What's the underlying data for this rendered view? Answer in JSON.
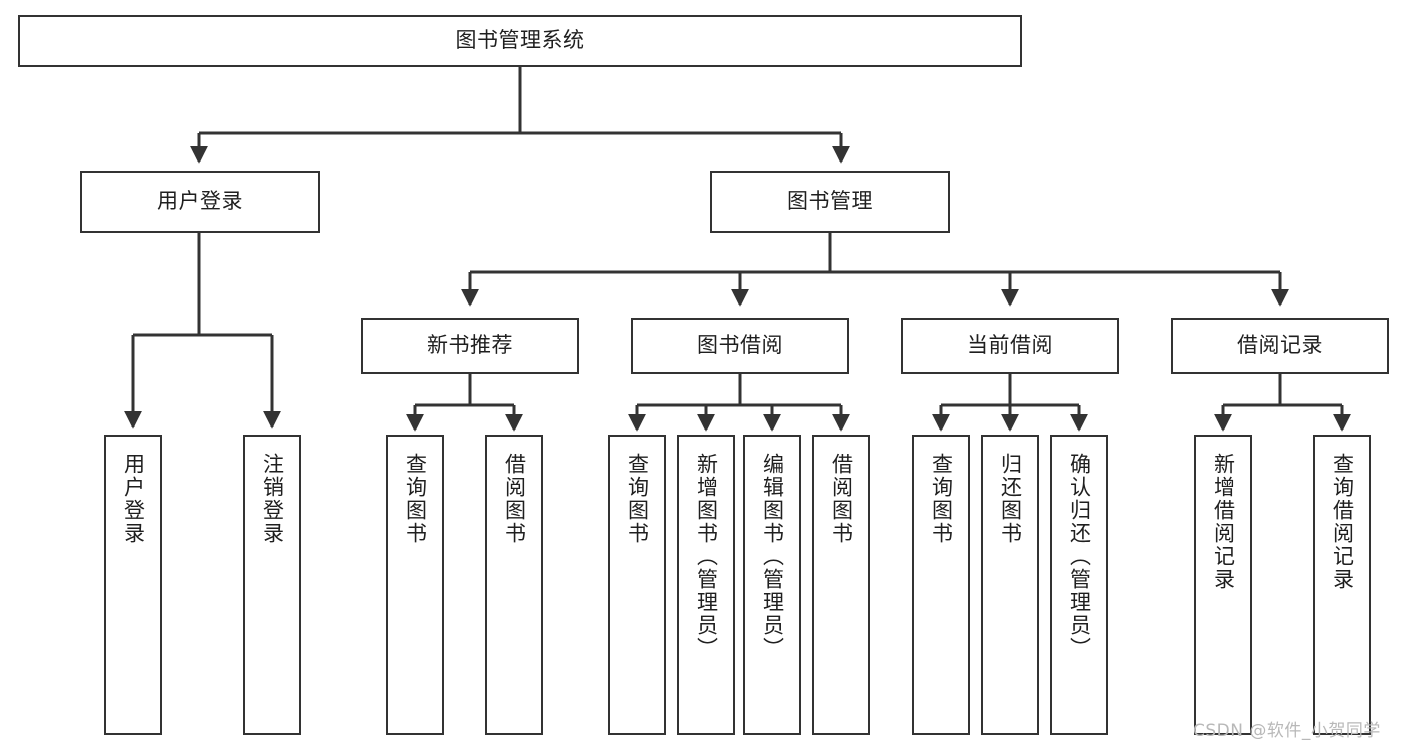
{
  "diagram": {
    "title": "图书管理系统",
    "type": "tree-hierarchy-chart",
    "orientation": "top-down",
    "colors": {
      "background": "#ffffff",
      "box_border": "#333333",
      "box_fill": "#ffffff",
      "text": "#1f1f1f",
      "edge": "#333333",
      "watermark": "#b8b8b8"
    },
    "watermark": "CSDN @软件_小贺同学"
  },
  "nodes": {
    "root": {
      "label": "图书管理系统",
      "level": 1,
      "orientation": "horizontal"
    },
    "level2": [
      {
        "id": "user-login",
        "label": "用户登录",
        "level": 2,
        "orientation": "horizontal"
      },
      {
        "id": "book-manage",
        "label": "图书管理",
        "level": 2,
        "orientation": "horizontal"
      }
    ],
    "level3": [
      {
        "id": "new-book-recommend",
        "label": "新书推荐",
        "level": 3,
        "orientation": "horizontal"
      },
      {
        "id": "book-borrow",
        "label": "图书借阅",
        "level": 3,
        "orientation": "horizontal"
      },
      {
        "id": "current-borrow",
        "label": "当前借阅",
        "level": 3,
        "orientation": "horizontal"
      },
      {
        "id": "borrow-record",
        "label": "借阅记录",
        "level": 3,
        "orientation": "horizontal"
      }
    ],
    "leaves": [
      {
        "id": "leaf-user-login",
        "label": "用户登录",
        "parent": "user-login",
        "orientation": "vertical"
      },
      {
        "id": "leaf-user-logout",
        "label": "注销登录",
        "parent": "user-login",
        "orientation": "vertical"
      },
      {
        "id": "leaf-query-book-1",
        "label": "查询图书",
        "parent": "new-book-recommend",
        "orientation": "vertical"
      },
      {
        "id": "leaf-borrow-book-1",
        "label": "借阅图书",
        "parent": "new-book-recommend",
        "orientation": "vertical"
      },
      {
        "id": "leaf-query-book-2",
        "label": "查询图书",
        "parent": "book-borrow",
        "orientation": "vertical"
      },
      {
        "id": "leaf-add-book",
        "label": "新增图书（管理员）",
        "parent": "book-borrow",
        "orientation": "vertical"
      },
      {
        "id": "leaf-edit-book",
        "label": "编辑图书（管理员）",
        "parent": "book-borrow",
        "orientation": "vertical"
      },
      {
        "id": "leaf-borrow-book-2",
        "label": "借阅图书",
        "parent": "book-borrow",
        "orientation": "vertical"
      },
      {
        "id": "leaf-query-book-3",
        "label": "查询图书",
        "parent": "current-borrow",
        "orientation": "vertical"
      },
      {
        "id": "leaf-return-book",
        "label": "归还图书",
        "parent": "current-borrow",
        "orientation": "vertical"
      },
      {
        "id": "leaf-confirm-return",
        "label": "确认归还（管理员）",
        "parent": "current-borrow",
        "orientation": "vertical"
      },
      {
        "id": "leaf-add-record",
        "label": "新增借阅记录",
        "parent": "borrow-record",
        "orientation": "vertical"
      },
      {
        "id": "leaf-query-record",
        "label": "查询借阅记录",
        "parent": "borrow-record",
        "orientation": "vertical"
      }
    ]
  }
}
